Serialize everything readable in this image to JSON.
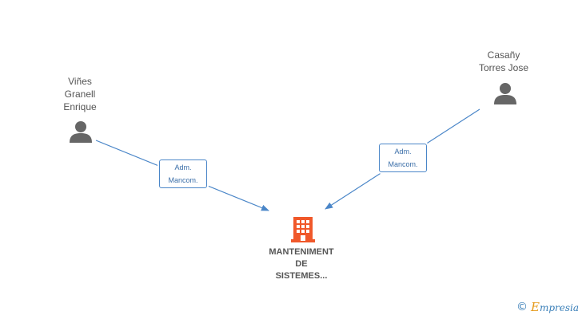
{
  "people": [
    {
      "name": "Viñes\nGranell\nEnrique"
    },
    {
      "name": "Casañy\nTorres Jose"
    }
  ],
  "roles": [
    {
      "label": "Adm.\nMancom."
    },
    {
      "label": "Adm.\nMancom."
    }
  ],
  "company": {
    "name": "MANTENIMENT\nDE\nSISTEMES..."
  },
  "watermark": {
    "copyright": "©",
    "brand_first": "E",
    "brand_rest": "mpresia"
  },
  "colors": {
    "edge": "#4a86c8",
    "person_icon": "#666666",
    "company_icon": "#f0582a"
  }
}
